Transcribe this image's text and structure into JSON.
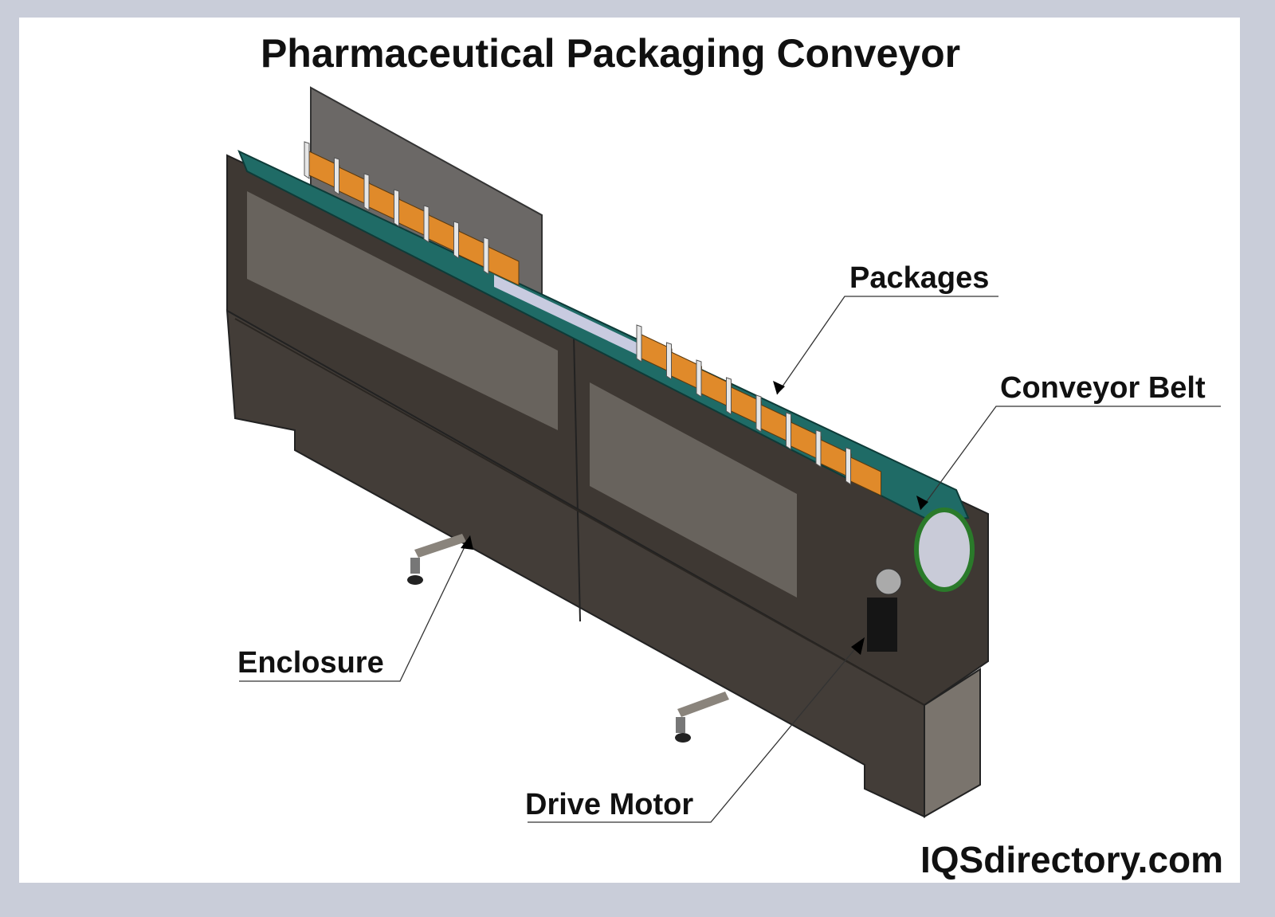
{
  "title": "Pharmaceutical Packaging Conveyor",
  "labels": {
    "packages": "Packages",
    "conveyor_belt": "Conveyor Belt",
    "enclosure": "Enclosure",
    "drive_motor": "Drive Motor"
  },
  "brand": "IQSdirectory.com",
  "colors": {
    "frame": "#c9cdd9",
    "enclosure": "#423c37",
    "belt": "#1f6b66",
    "packages": "#e08a2a"
  }
}
